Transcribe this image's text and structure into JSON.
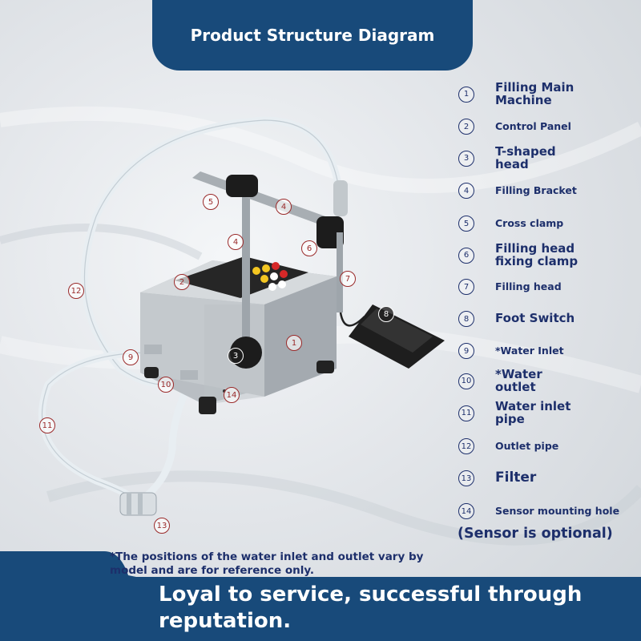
{
  "title": "Product Structure Diagram",
  "legend": [
    {
      "num": "1",
      "label": "Filling Main Machine"
    },
    {
      "num": "2",
      "label": "Control Panel"
    },
    {
      "num": "3",
      "label": "T-shaped head"
    },
    {
      "num": "4",
      "label": "Filling Bracket"
    },
    {
      "num": "5",
      "label": "Cross clamp"
    },
    {
      "num": "6",
      "label": "Filling head fixing clamp"
    },
    {
      "num": "7",
      "label": "Filling head"
    },
    {
      "num": "8",
      "label": "Foot Switch"
    },
    {
      "num": "9",
      "label": "*Water Inlet"
    },
    {
      "num": "10",
      "label": "*Water outlet"
    },
    {
      "num": "11",
      "label": "Water inlet pipe"
    },
    {
      "num": "12",
      "label": "Outlet pipe"
    },
    {
      "num": "13",
      "label": "Filter"
    },
    {
      "num": "14",
      "label": "Sensor mounting hole"
    }
  ],
  "optional_note": "(Sensor is optional)",
  "footnote": "*The positions of the water inlet and outlet vary by model and are for reference only.",
  "slogan": "Loyal to service, successful through reputation.",
  "callouts": [
    "1",
    "2",
    "3",
    "4",
    "4",
    "5",
    "6",
    "7",
    "8",
    "9",
    "10",
    "11",
    "12",
    "13",
    "14"
  ],
  "colors": {
    "primary": "#184a7a",
    "legend_text": "#1d2f6b",
    "callout": "#9a2a2a"
  }
}
